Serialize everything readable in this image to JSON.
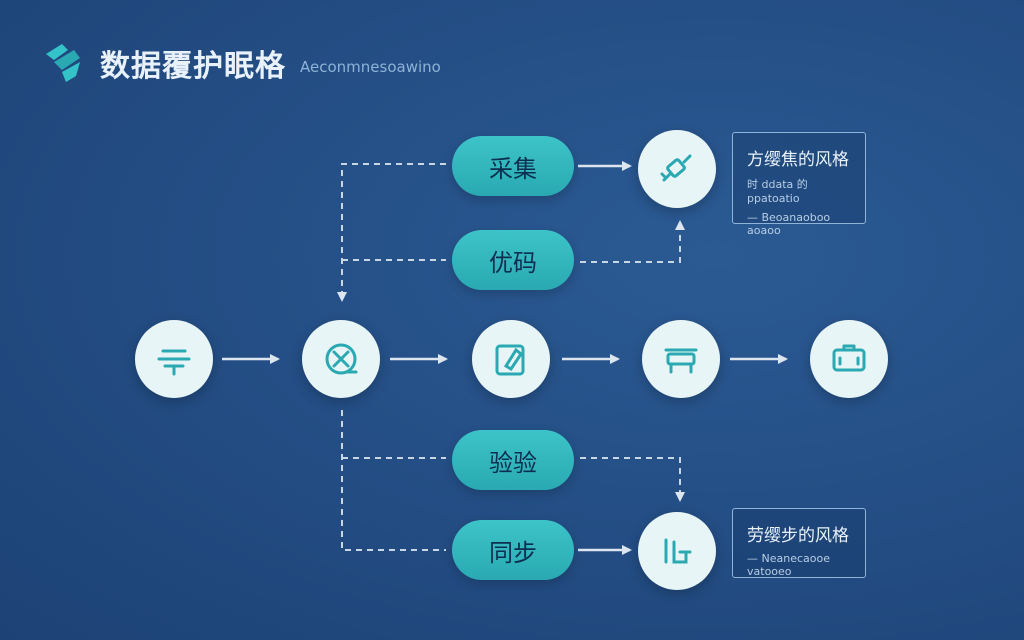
{
  "header": {
    "title": "数据覆护眠格",
    "subtitle": "Aeconmnesoawino"
  },
  "branches": {
    "collect": "采集",
    "optimize": "优码",
    "verify": "验验",
    "sync": "同步"
  },
  "flow_nodes": [
    "input-icon",
    "process-icon",
    "edit-icon",
    "table-icon",
    "package-icon"
  ],
  "branch_nodes": [
    "connector-icon",
    "sync-icon"
  ],
  "info_top": {
    "title": "方缨焦的风格",
    "line1": "时 ddata 的 ppatoatio",
    "line2": "— Beoanaoboo aoaoo"
  },
  "info_bottom": {
    "title": "劳缨步的风格",
    "line1": "— Neanecaooe vatooeo"
  },
  "colors": {
    "background": "#244f86",
    "pill": "#2fb3ba",
    "node": "#e8f5f7",
    "icon": "#2aa9b2",
    "arrow": "#dde6ef"
  }
}
